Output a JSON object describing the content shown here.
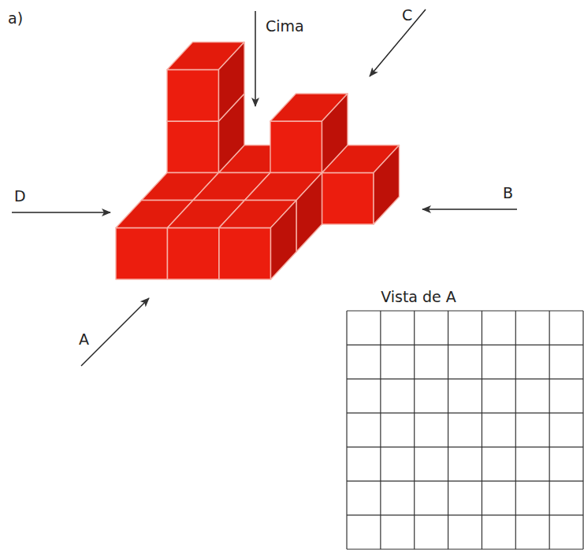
{
  "diagram": {
    "labels": [
      "a)",
      "Cima",
      "C",
      "D",
      "B",
      "A",
      "Vista de A"
    ]
  }
}
